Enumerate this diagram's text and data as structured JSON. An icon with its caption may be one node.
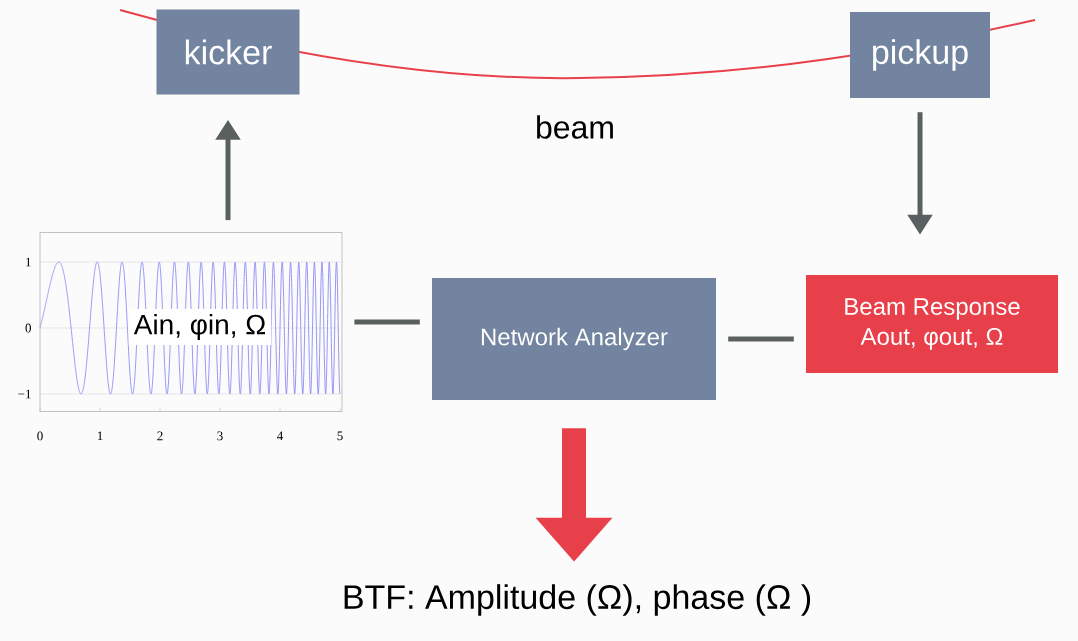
{
  "diagram": {
    "nodes": [
      {
        "text": [
          "kicker"
        ]
      },
      {
        "text": [
          "pickup"
        ]
      },
      {
        "text": [
          "Ain, φin,  Ω"
        ]
      },
      {
        "text": [
          "Network Analyzer"
        ]
      },
      {
        "text": [
          "Beam Response",
          "Aout, φout, Ω"
        ]
      },
      {
        "text": [
          "BTF:  Amplitude (Ω), phase (Ω )"
        ]
      }
    ],
    "edges": [
      {
        "from": 2,
        "to": 0,
        "arrow": "to"
      },
      {
        "from": 1,
        "to": 4,
        "arrow": "to"
      },
      {
        "from": 2,
        "to": 3,
        "arrow": "none"
      },
      {
        "from": 3,
        "to": 4,
        "arrow": "none"
      },
      {
        "from": 3,
        "to": 5,
        "arrow": "to",
        "style": "thick",
        "color": "#e8404a"
      }
    ],
    "labels": [
      "beam",
      "1",
      "0",
      "−1",
      "0",
      "1",
      "2",
      "3",
      "4",
      "5"
    ]
  }
}
